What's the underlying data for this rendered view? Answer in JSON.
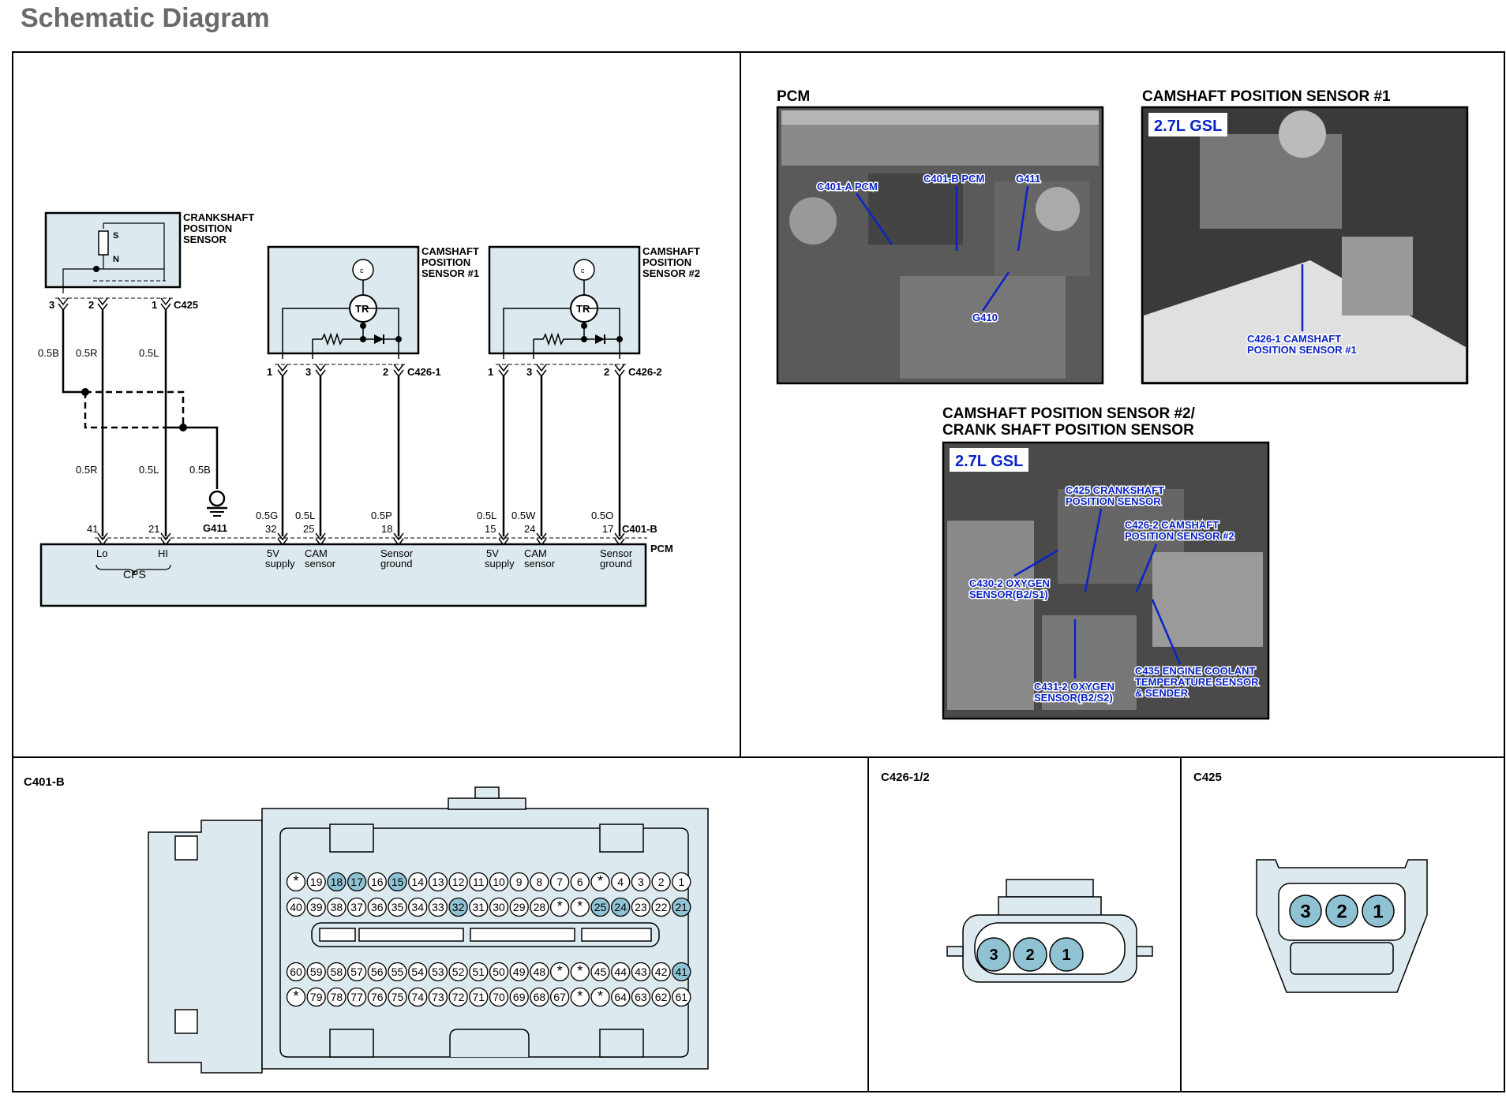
{
  "title": "Schematic Diagram",
  "colors": {
    "connector_fill": "#dce9ee",
    "highlight": "#8fc3d3",
    "photo_label": "#0a23c8",
    "line": "#000000"
  },
  "schematic": {
    "crank_sensor": {
      "label": [
        "CRANKSHAFT",
        "POSITION",
        "SENSOR"
      ],
      "symbols": [
        "S",
        "N"
      ],
      "pins": [
        "3",
        "2",
        "1"
      ],
      "connector": "C425"
    },
    "cam1": {
      "label": [
        "CAMSHAFT",
        "POSITION",
        "SENSOR  #1"
      ],
      "tr": "TR",
      "pins": [
        "1",
        "3",
        "2"
      ],
      "connector": "C426-1"
    },
    "cam2": {
      "label": [
        "CAMSHAFT",
        "POSITION",
        "SENSOR  #2"
      ],
      "tr": "TR",
      "pins": [
        "1",
        "3",
        "2"
      ],
      "connector": "C426-2"
    },
    "wire_labels_top": [
      "0.5B",
      "0.5R",
      "0.5L"
    ],
    "wire_labels_lower": [
      "0.5R",
      "0.5L",
      "0.5B"
    ],
    "ground": "G411",
    "pcm_wire_colors": [
      "0.5G",
      "0.5L",
      "0.5P",
      "0.5L",
      "0.5W",
      "0.5O"
    ],
    "pcm_pins": [
      "41",
      "21",
      "32",
      "25",
      "18",
      "15",
      "24",
      "17"
    ],
    "pcm_connector": "C401-B",
    "pcm_label": "PCM",
    "pcm_pin_labels": [
      "Lo",
      "HI",
      "5V",
      "supply",
      "CAM",
      "sensor",
      "Sensor",
      "ground",
      "5V",
      "supply",
      "CAM",
      "sensor",
      "Sensor",
      "ground"
    ],
    "cps_label": "CPS"
  },
  "photos": {
    "pcm": {
      "title": "PCM",
      "labels": [
        "C401-A PCM",
        "C401-B PCM",
        "G411",
        "G410"
      ]
    },
    "cam1": {
      "title": "CAMSHAFT POSITION SENSOR #1",
      "badge": "2.7L GSL",
      "labels": [
        "C426-1 CAMSHAFT",
        "POSITION SENSOR #1"
      ]
    },
    "cam2": {
      "title_line1": "CAMSHAFT POSITION SENSOR #2/",
      "title_line2": "CRANK SHAFT POSITION SENSOR",
      "badge": "2.7L GSL",
      "labels": [
        "C425 CRANKSHAFT",
        "POSITION SENSOR",
        "C426-2 CAMSHAFT",
        "POSITION SENSOR #2",
        "C430-2 OXYGEN",
        "SENSOR(B2/S1)",
        "C431-2 OXYGEN",
        "SENSOR(B2/S2)",
        "C435 ENGINE COOLANT",
        "TEMPERATURE SENSOR",
        "& SENDER"
      ]
    }
  },
  "connectors": {
    "c401b": {
      "title": "C401-B",
      "rows": [
        [
          "*",
          "19",
          "18",
          "17",
          "16",
          "15",
          "14",
          "13",
          "12",
          "11",
          "10",
          "9",
          "8",
          "7",
          "6",
          "*",
          "4",
          "3",
          "2",
          "1"
        ],
        [
          "40",
          "39",
          "38",
          "37",
          "36",
          "35",
          "34",
          "33",
          "32",
          "31",
          "30",
          "29",
          "28",
          "*",
          "*",
          "25",
          "24",
          "23",
          "22",
          "21"
        ],
        [
          "60",
          "59",
          "58",
          "57",
          "56",
          "55",
          "54",
          "53",
          "52",
          "51",
          "50",
          "49",
          "48",
          "*",
          "*",
          "45",
          "44",
          "43",
          "42",
          "41"
        ],
        [
          "*",
          "79",
          "78",
          "77",
          "76",
          "75",
          "74",
          "73",
          "72",
          "71",
          "70",
          "69",
          "68",
          "67",
          "*",
          "*",
          "64",
          "63",
          "62",
          "61"
        ]
      ],
      "highlighted": [
        "18",
        "17",
        "15",
        "32",
        "25",
        "24",
        "21",
        "41"
      ]
    },
    "c426": {
      "title": "C426-1/2",
      "pins": [
        "3",
        "2",
        "1"
      ]
    },
    "c425": {
      "title": "C425",
      "pins": [
        "3",
        "2",
        "1"
      ]
    }
  }
}
